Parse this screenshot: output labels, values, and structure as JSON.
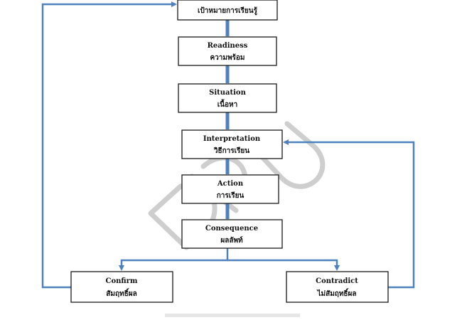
{
  "colors": {
    "arrow": "#4f81bd",
    "box_border": "#1a1a1a",
    "watermark": "#c9c9c9",
    "background": "#ffffff"
  },
  "diagram": {
    "nodes": {
      "goal": {
        "sub": "เป้าหมายการเรียนรู้"
      },
      "readiness": {
        "title": "Readiness",
        "sub": "ความพร้อม"
      },
      "situation": {
        "title": "Situation",
        "sub": "เนื้อหา"
      },
      "interpretation": {
        "title": "Interpretation",
        "sub": "วิธีการเรียน"
      },
      "action": {
        "title": "Action",
        "sub": "การเรียน"
      },
      "consequence": {
        "title": "Consequence",
        "sub": "ผลลัพท์"
      },
      "confirm": {
        "title": "Confirm",
        "sub": "สัมฤทธิ์ผล"
      },
      "contradict": {
        "title": "Contradict",
        "sub": "ไม่สัมฤทธิ์ผล"
      }
    },
    "edges": [
      [
        "goal",
        "readiness"
      ],
      [
        "readiness",
        "situation"
      ],
      [
        "situation",
        "interpretation"
      ],
      [
        "interpretation",
        "action"
      ],
      [
        "action",
        "consequence"
      ],
      [
        "consequence",
        "confirm"
      ],
      [
        "consequence",
        "contradict"
      ],
      [
        "confirm",
        "goal"
      ],
      [
        "contradict",
        "interpretation"
      ]
    ],
    "watermark": "DPU"
  }
}
